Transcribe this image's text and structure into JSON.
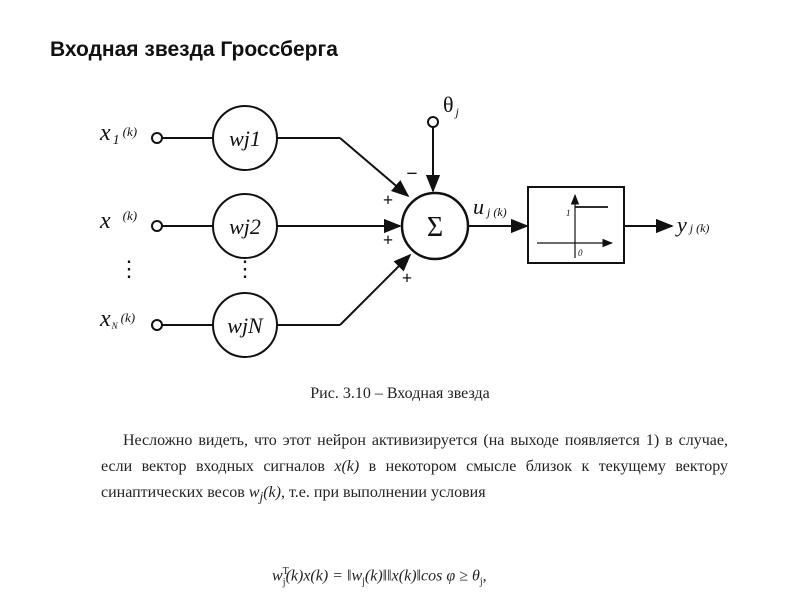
{
  "title": "Входная звезда Гроссберга",
  "diagram": {
    "inputs": [
      {
        "label_main": "x",
        "label_sub": "1",
        "label_arg": "(k)",
        "weight": "wj1"
      },
      {
        "label_main": "x",
        "label_sub": "",
        "label_arg": "(k)",
        "weight": "wj2"
      },
      {
        "label_main": "x",
        "label_sub": "N",
        "label_arg": "(k)",
        "weight": "wjN"
      }
    ],
    "ellipsis": "⋮",
    "sum_symbol": "Σ",
    "threshold_label": "θ",
    "threshold_sub": "j",
    "signs": [
      "−",
      "+",
      "+",
      "+"
    ],
    "net_label": "u",
    "net_sub": "j (k)",
    "step_labels": [
      "1",
      "0"
    ],
    "output_label": "y",
    "output_sub": "j (k)"
  },
  "caption": "Рис. 3.10 – Входная звезда",
  "paragraph": {
    "part1": "Несложно видеть, что этот нейрон активизируется (на выходе появляется 1) в случае, если вектор входных сигналов",
    "var1": "x(k)",
    "part2": "в некотором смысле близок к текущему вектору синаптических весов",
    "var2": "w",
    "var2_sub": "j",
    "var2_arg": "(k)",
    "part3": ", т.е. при выполнении условия"
  },
  "formula": {
    "lhs": "w",
    "lhs_sup": "T",
    "lhs_sub": "j",
    "lhs_rest": "(k)x(k) = ‖w",
    "norm_sub": "j",
    "rhs": "(k)‖‖x(k)‖cos φ ≥ θ",
    "rhs_sub": "j",
    "end": ","
  },
  "colors": {
    "ink": "#111111",
    "text": "#222222"
  }
}
